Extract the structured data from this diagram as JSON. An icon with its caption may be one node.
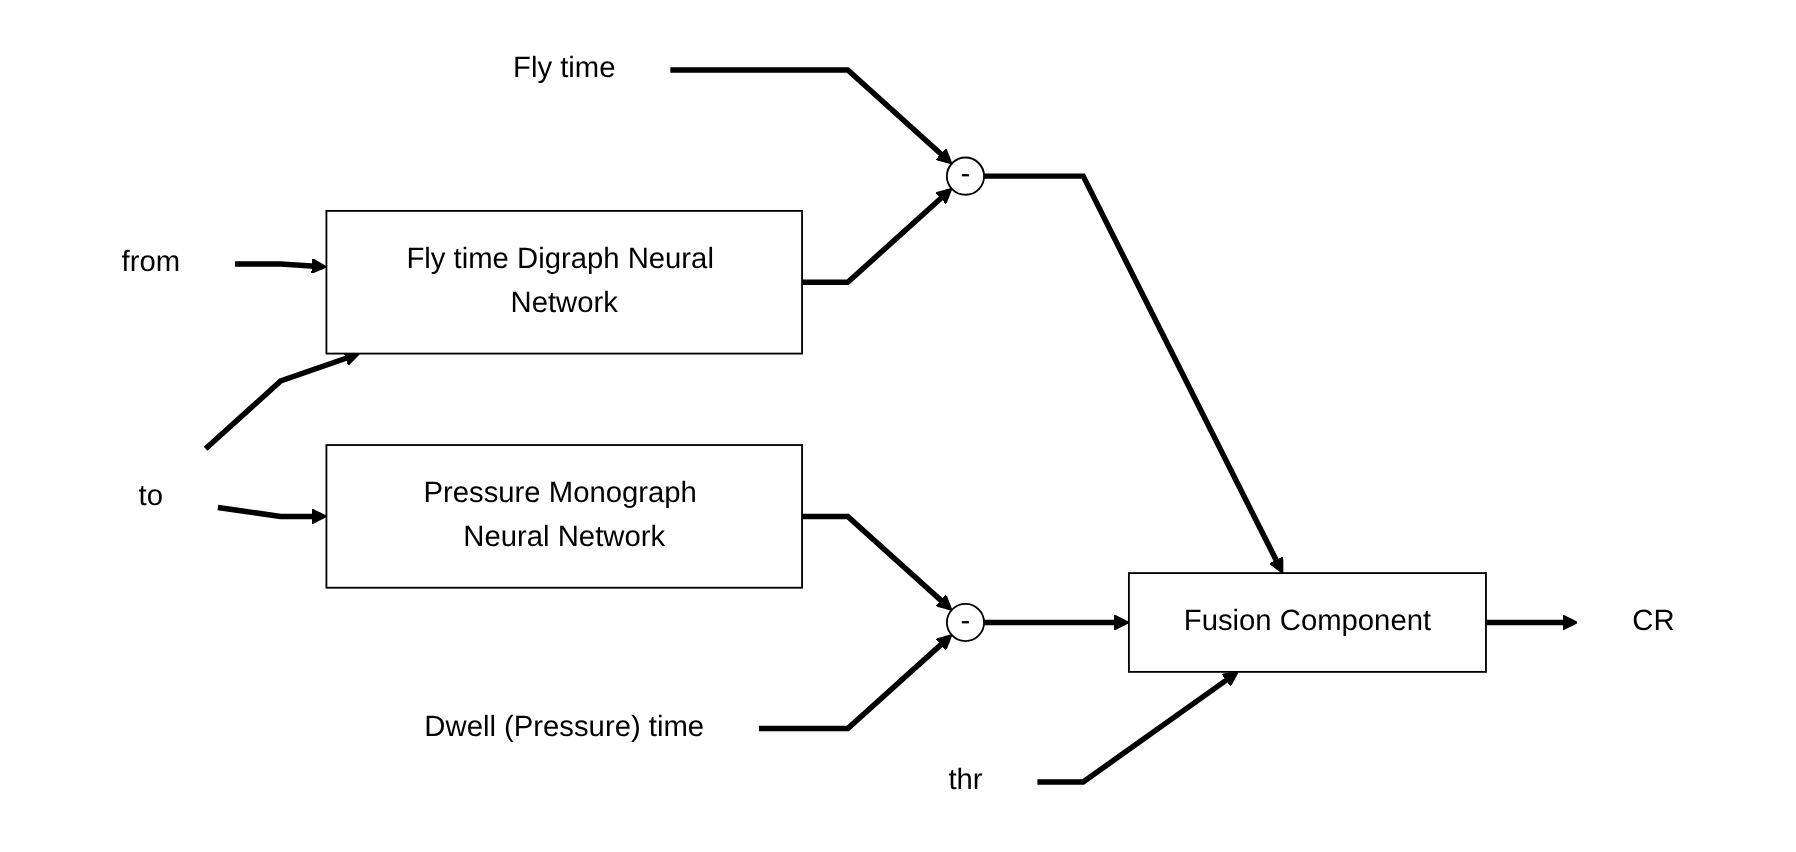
{
  "diagram": {
    "nodes": [
      {
        "text": [
          "Fly time"
        ]
      },
      {
        "text": [
          "from"
        ]
      },
      {
        "text": [
          "to"
        ]
      },
      {
        "text": [
          "Fly time Digraph Neural Network"
        ]
      },
      {
        "text": [
          "Pressure Monograph Neural Network"
        ]
      },
      {
        "text": [
          "-"
        ]
      },
      {
        "text": [
          "-"
        ]
      },
      {
        "text": [
          "Fusion Component"
        ]
      },
      {
        "text": [
          "CR"
        ]
      },
      {
        "text": [
          "Dwell (Pressure) time"
        ]
      },
      {
        "text": [
          "thr"
        ]
      }
    ],
    "edges": [
      {
        "from": 0,
        "to": 5,
        "arrow": "to"
      },
      {
        "from": 1,
        "to": 3,
        "arrow": "to"
      },
      {
        "from": 2,
        "to": 3,
        "arrow": "to"
      },
      {
        "from": 2,
        "to": 4,
        "arrow": "to"
      },
      {
        "from": 3,
        "to": 5,
        "arrow": "to"
      },
      {
        "from": 4,
        "to": 6,
        "arrow": "to"
      },
      {
        "from": 9,
        "to": 6,
        "arrow": "to"
      },
      {
        "from": 5,
        "to": 7,
        "arrow": "to"
      },
      {
        "from": 6,
        "to": 7,
        "arrow": "to"
      },
      {
        "from": 7,
        "to": 8,
        "arrow": "to"
      },
      {
        "from": 10,
        "to": 7,
        "arrow": "to"
      }
    ]
  }
}
